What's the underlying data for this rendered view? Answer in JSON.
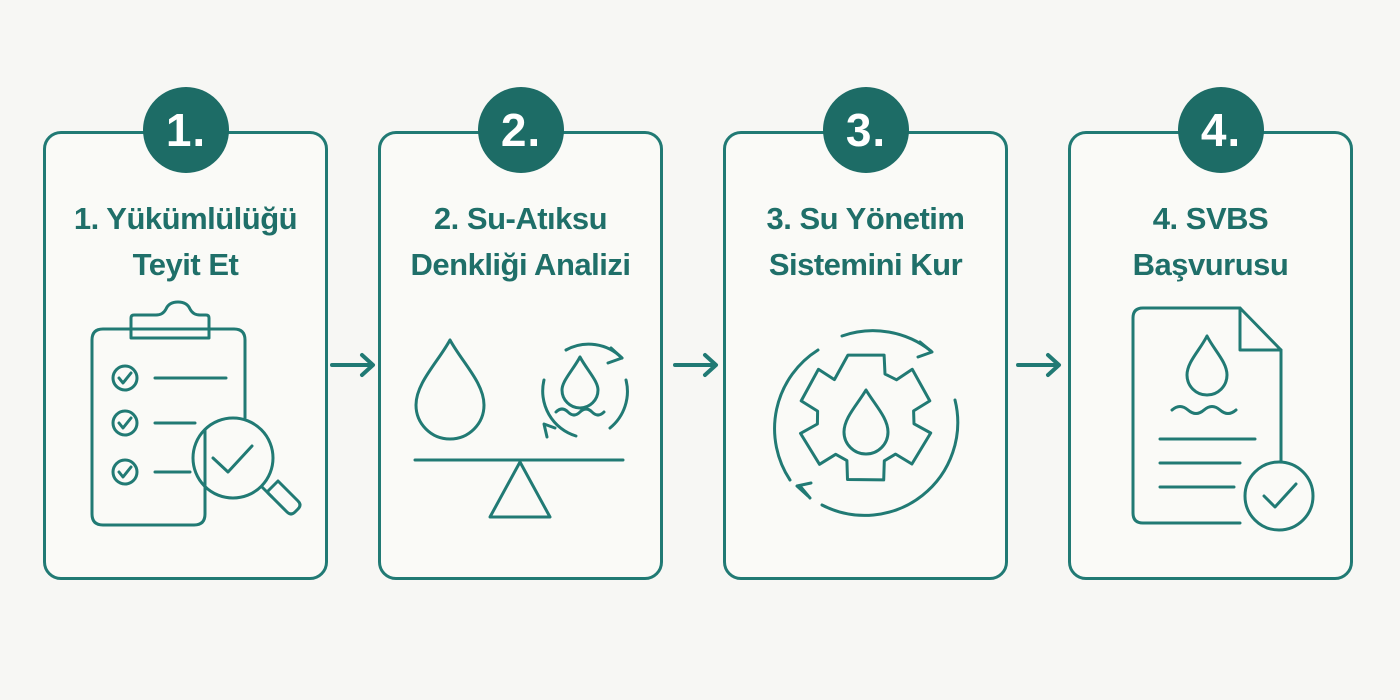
{
  "theme": {
    "primary": "#217a74",
    "badge_fill": "#1d6c66",
    "text": "#1f6f69",
    "background": "#f7f7f4"
  },
  "steps": [
    {
      "badge": "1.",
      "title_line1": "1. Yükümlülüğü",
      "title_line2": "Teyit Et",
      "icon": "clipboard-checklist-magnifier-icon"
    },
    {
      "badge": "2.",
      "title_line1": "2. Su-Atıksu",
      "title_line2": "Denkliği Analizi",
      "icon": "water-balance-scale-icon"
    },
    {
      "badge": "3.",
      "title_line1": "3. Su Yönetim",
      "title_line2": "Sistemini Kur",
      "icon": "gear-water-cycle-icon"
    },
    {
      "badge": "4.",
      "title_line1": "4. SVBS",
      "title_line2": "Başvurusu",
      "icon": "document-water-check-icon"
    }
  ],
  "connectors": [
    "arrow-right-icon",
    "arrow-right-icon",
    "arrow-right-icon"
  ]
}
